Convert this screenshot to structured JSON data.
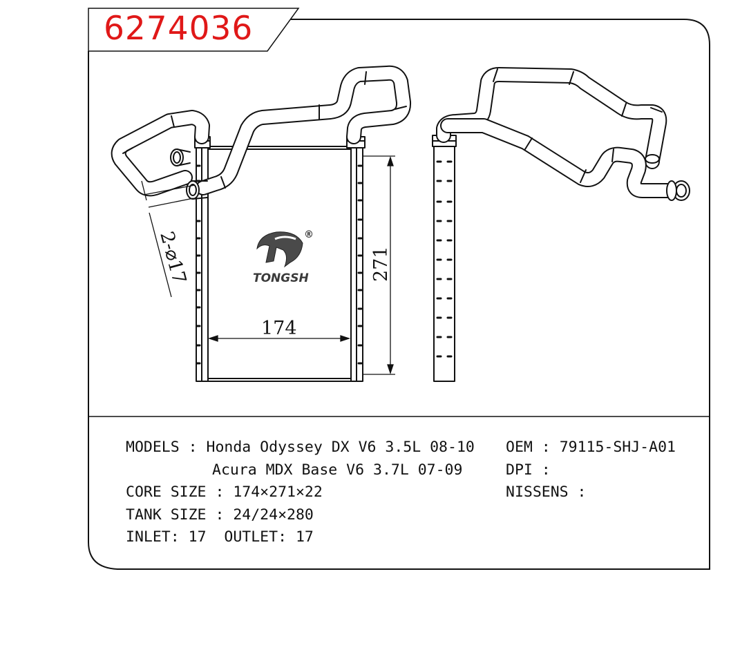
{
  "part_number": "6274036",
  "logo": {
    "name": "TONGSH",
    "registered_mark": "®"
  },
  "dimensions": {
    "width": "174",
    "height": "271",
    "pipe_diameter": "2-⌀17"
  },
  "specs": {
    "models_label": "MODELS",
    "models": [
      "Honda Odyssey DX V6 3.5L 08-10",
      "Acura MDX Base V6 3.7L 07-09"
    ],
    "oem_label": "OEM",
    "oem_value": "79115-SHJ-A01",
    "dpi_label": "DPI",
    "dpi_value": "",
    "nissens_label": "NISSENS",
    "nissens_value": "",
    "core_size_label": "CORE SIZE",
    "core_size_value": "174×271×22",
    "tank_size_label": "TANK SIZE",
    "tank_size_value": "24/24×280",
    "inlet_label": "INLET",
    "inlet_value": "17",
    "outlet_label": "OUTLET",
    "outlet_value": "17"
  },
  "colors": {
    "part_number": "#e01818",
    "line": "#111111",
    "background": "#ffffff",
    "logo": "#3a3a3a"
  }
}
